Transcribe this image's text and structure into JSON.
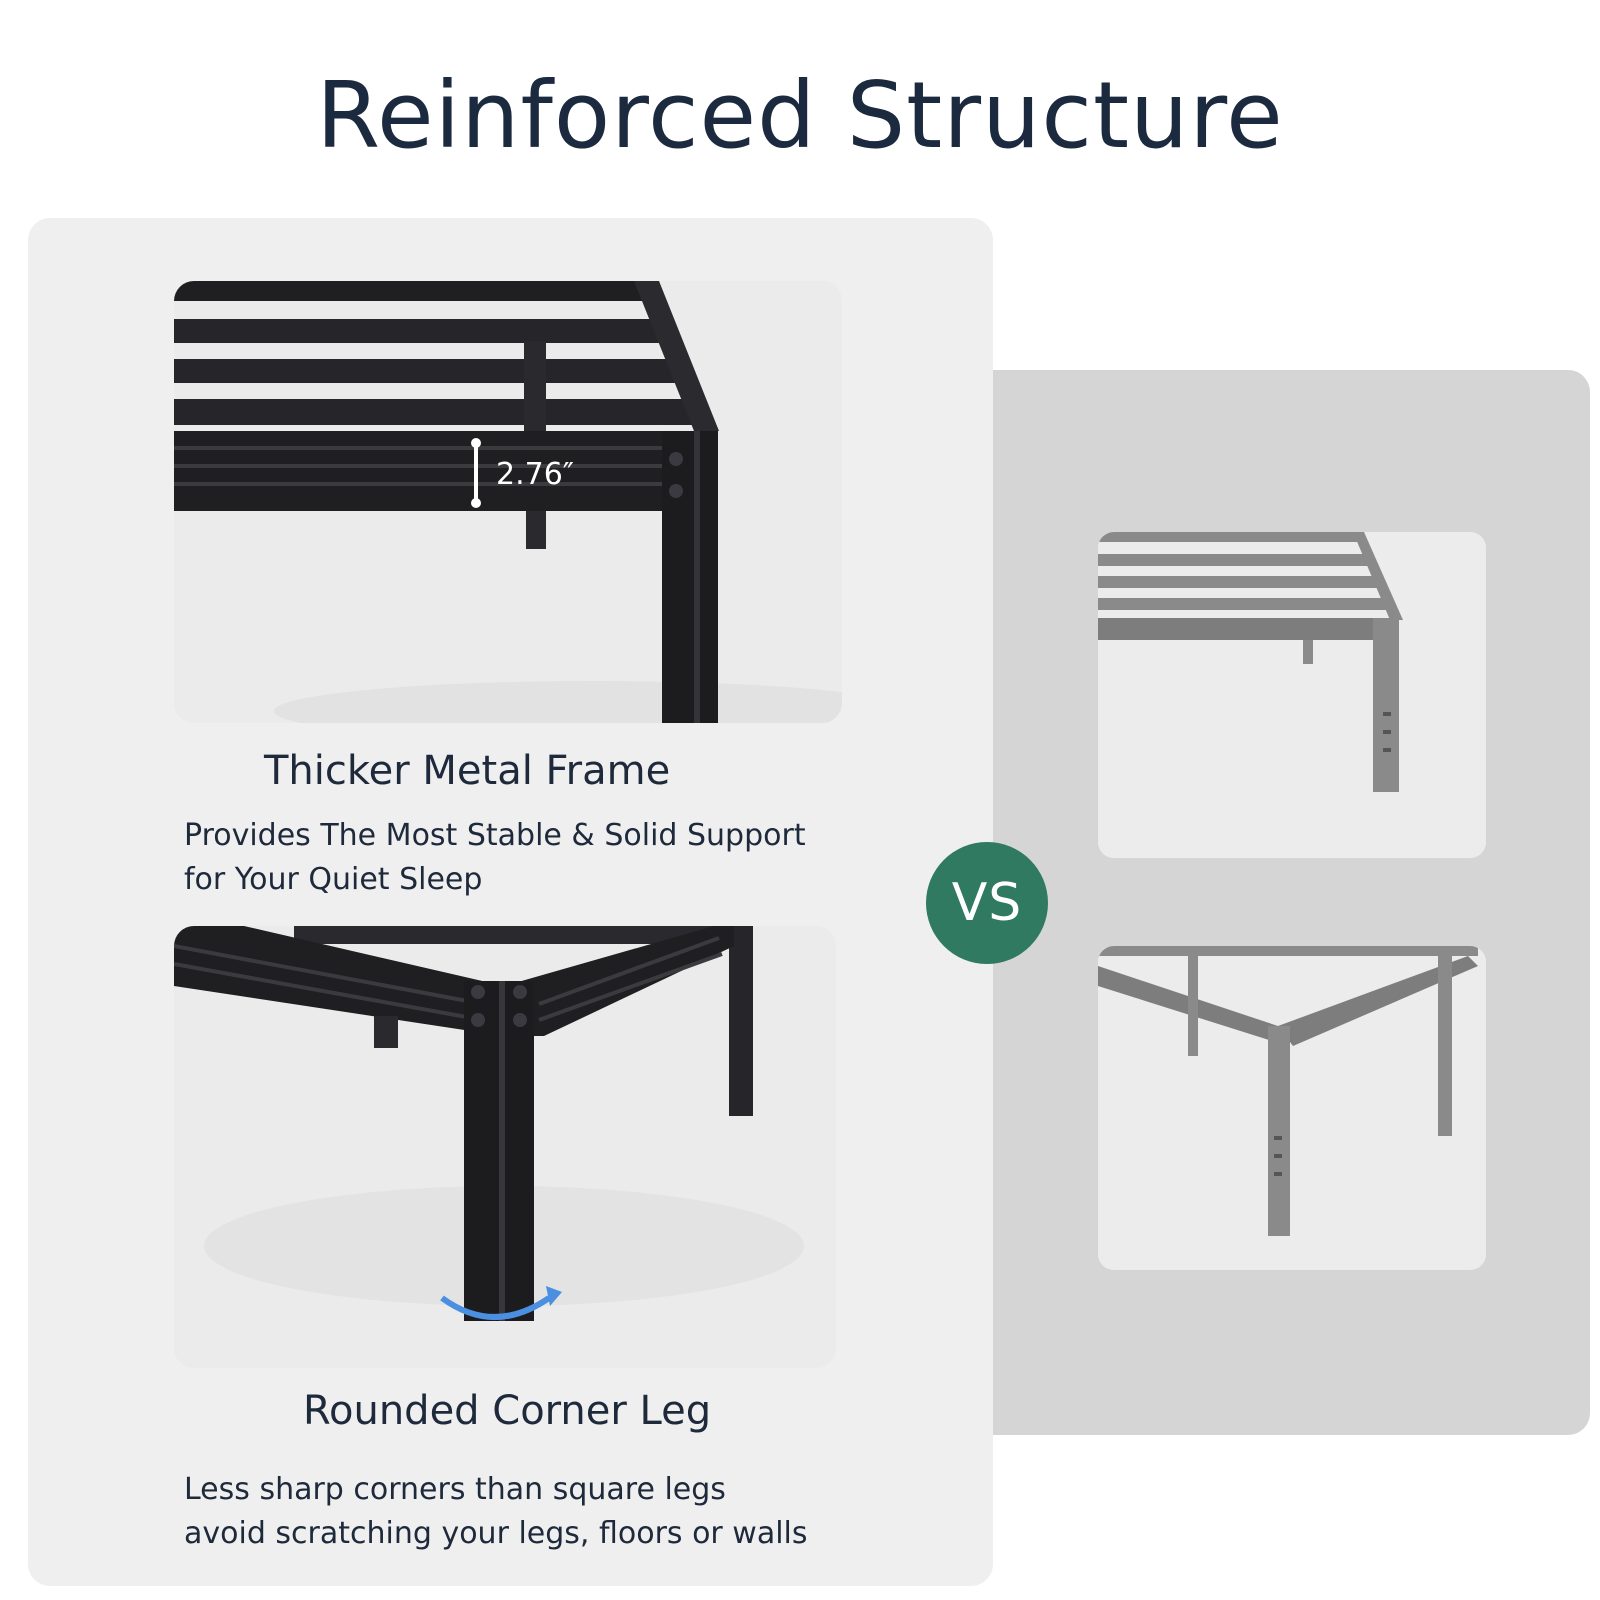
{
  "title": "Reinforced Structure",
  "features": [
    {
      "heading": "Thicker Metal Frame",
      "description_lines": [
        "Provides The Most Stable & Solid Support",
        "for Your Quiet Sleep"
      ],
      "measurement": "2.76″"
    },
    {
      "heading": "Rounded Corner Leg",
      "description_lines": [
        "Less sharp corners than square legs",
        "avoid scratching your legs, floors or walls"
      ]
    }
  ],
  "comparison_badge": "VS",
  "colors": {
    "title": "#1c2a3f",
    "badge": "#2f7a60",
    "frame_black": "#1f1f22",
    "frame_grey": "#8a8a8a",
    "right_panel": "#d5d5d5",
    "left_panel": "#efefef",
    "arrow": "#4a8fe0"
  },
  "icons": [
    "bed-frame-rail-image",
    "bed-frame-corner-leg-image",
    "competitor-frame-image",
    "curved-arrow-icon",
    "dimension-marker-icon"
  ]
}
